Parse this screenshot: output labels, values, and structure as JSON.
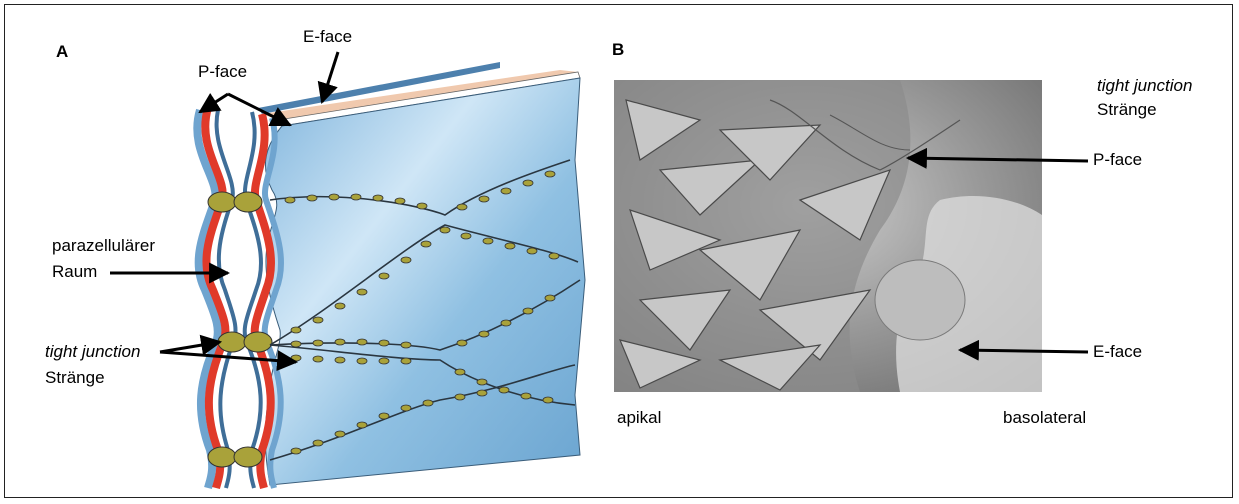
{
  "panel_a": {
    "letter": "A",
    "e_face": "E-face",
    "p_face": "P-face",
    "paracellular_line1": "parazellulärer",
    "paracellular_line2": "Raum",
    "tj_line1": "tight junction",
    "tj_line2": "Stränge"
  },
  "panel_b": {
    "letter": "B",
    "tj_line1": "tight junction",
    "tj_line2": "Stränge",
    "p_face": "P-face",
    "e_face": "E-face",
    "apical": "apikal",
    "basolateral": "basolateral"
  },
  "colors": {
    "membrane_blue": "#9cc8e6",
    "membrane_red": "#e03a2a",
    "junction_olive": "#a9a23a",
    "strand_dark": "#2a3640"
  }
}
